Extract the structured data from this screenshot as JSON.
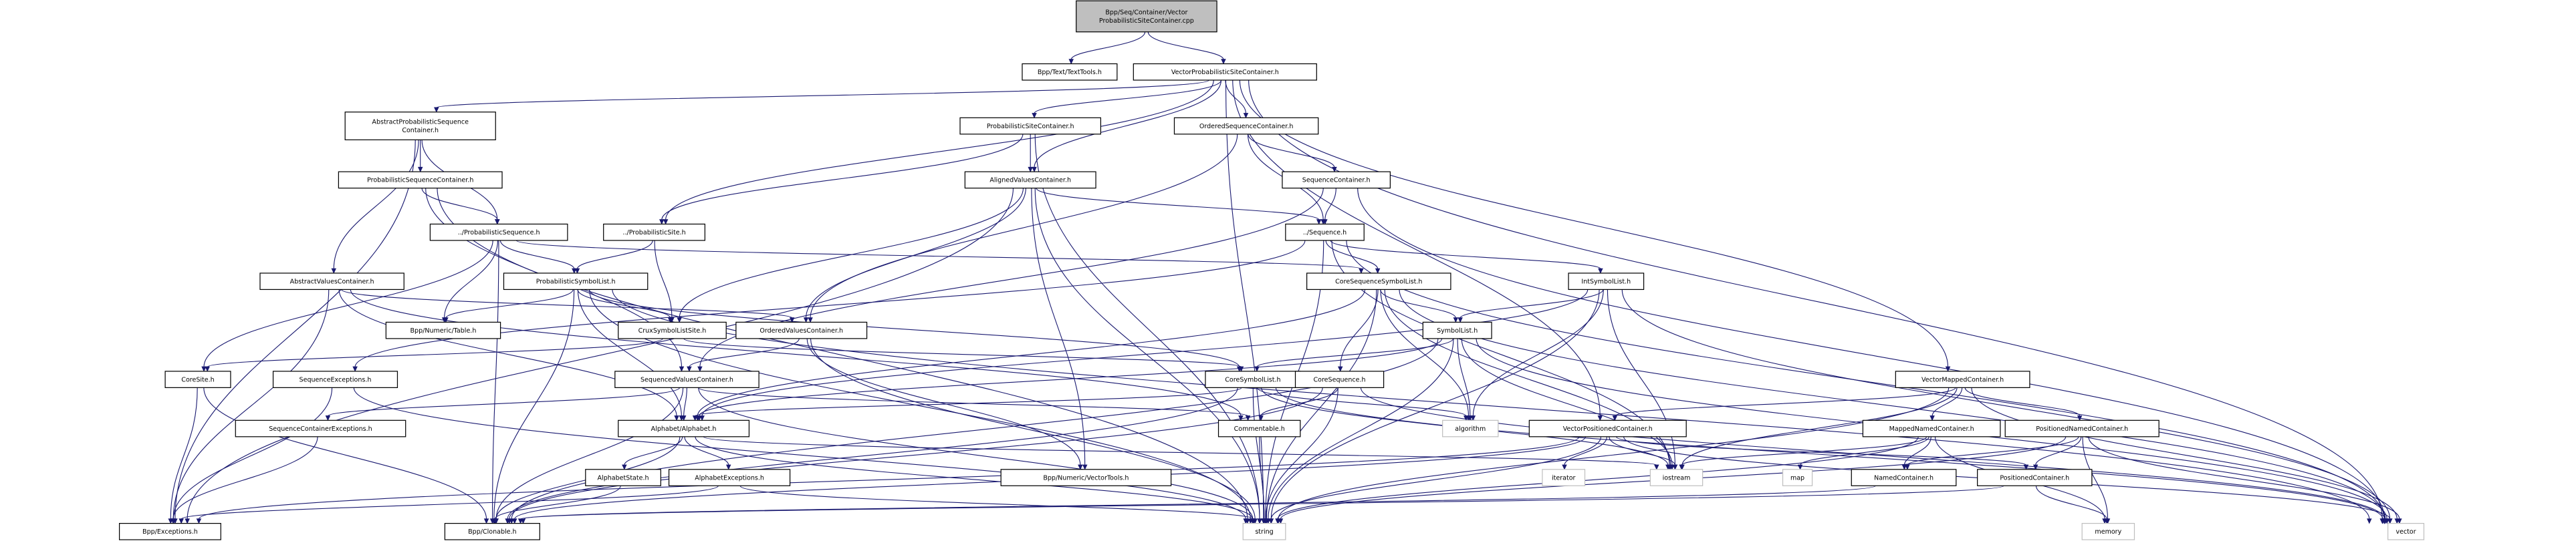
{
  "title": "Bpp/Seq/Container/VectorProbabilisticSiteContainer.cpp include dependency graph",
  "colors": {
    "edge": "#191970",
    "root_fill": "#bfbfbf",
    "node_border": "#000000",
    "system_border": "#bfbfbf"
  },
  "nodes": [
    {
      "id": "root",
      "lines": [
        "Bpp/Seq/Container/Vector",
        "ProbabilisticSiteContainer.cpp"
      ],
      "kind": "root"
    },
    {
      "id": "texttools",
      "lines": [
        "Bpp/Text/TextTools.h"
      ],
      "kind": "file"
    },
    {
      "id": "vpsc",
      "lines": [
        "VectorProbabilisticSiteContainer.h"
      ],
      "kind": "file"
    },
    {
      "id": "apsc",
      "lines": [
        "AbstractProbabilisticSequence",
        "Container.h"
      ],
      "kind": "file"
    },
    {
      "id": "psitec",
      "lines": [
        "ProbabilisticSiteContainer.h"
      ],
      "kind": "file"
    },
    {
      "id": "osc",
      "lines": [
        "OrderedSequenceContainer.h"
      ],
      "kind": "file"
    },
    {
      "id": "pseqc",
      "lines": [
        "ProbabilisticSequenceContainer.h"
      ],
      "kind": "file"
    },
    {
      "id": "avc",
      "lines": [
        "AlignedValuesContainer.h"
      ],
      "kind": "file"
    },
    {
      "id": "seqc",
      "lines": [
        "SequenceContainer.h"
      ],
      "kind": "file"
    },
    {
      "id": "probseq",
      "lines": [
        "../ProbabilisticSequence.h"
      ],
      "kind": "file"
    },
    {
      "id": "probsite",
      "lines": [
        "../ProbabilisticSite.h"
      ],
      "kind": "file"
    },
    {
      "id": "sequence",
      "lines": [
        "../Sequence.h"
      ],
      "kind": "file"
    },
    {
      "id": "absvc",
      "lines": [
        "AbstractValuesContainer.h"
      ],
      "kind": "file"
    },
    {
      "id": "psl",
      "lines": [
        "ProbabilisticSymbolList.h"
      ],
      "kind": "file"
    },
    {
      "id": "cssl",
      "lines": [
        "CoreSequenceSymbolList.h"
      ],
      "kind": "file"
    },
    {
      "id": "isl",
      "lines": [
        "IntSymbolList.h"
      ],
      "kind": "file"
    },
    {
      "id": "table",
      "lines": [
        "Bpp/Numeric/Table.h"
      ],
      "kind": "file"
    },
    {
      "id": "crux",
      "lines": [
        "CruxSymbolListSite.h"
      ],
      "kind": "file"
    },
    {
      "id": "ovc",
      "lines": [
        "OrderedValuesContainer.h"
      ],
      "kind": "file"
    },
    {
      "id": "symlist",
      "lines": [
        "SymbolList.h"
      ],
      "kind": "file"
    },
    {
      "id": "coresite",
      "lines": [
        "CoreSite.h"
      ],
      "kind": "file"
    },
    {
      "id": "seqexc",
      "lines": [
        "SequenceExceptions.h"
      ],
      "kind": "file"
    },
    {
      "id": "svc",
      "lines": [
        "SequencedValuesContainer.h"
      ],
      "kind": "file"
    },
    {
      "id": "csl",
      "lines": [
        "CoreSymbolList.h"
      ],
      "kind": "file"
    },
    {
      "id": "coreseq",
      "lines": [
        "CoreSequence.h"
      ],
      "kind": "file"
    },
    {
      "id": "vmc",
      "lines": [
        "VectorMappedContainer.h"
      ],
      "kind": "file"
    },
    {
      "id": "sce",
      "lines": [
        "SequenceContainerExceptions.h"
      ],
      "kind": "file"
    },
    {
      "id": "alphabet",
      "lines": [
        "Alphabet/Alphabet.h"
      ],
      "kind": "file"
    },
    {
      "id": "commentable",
      "lines": [
        "Commentable.h"
      ],
      "kind": "file"
    },
    {
      "id": "algorithm",
      "lines": [
        "algorithm"
      ],
      "kind": "system"
    },
    {
      "id": "vpc",
      "lines": [
        "VectorPositionedContainer.h"
      ],
      "kind": "file"
    },
    {
      "id": "mnc",
      "lines": [
        "MappedNamedContainer.h"
      ],
      "kind": "file"
    },
    {
      "id": "pnc",
      "lines": [
        "PositionedNamedContainer.h"
      ],
      "kind": "file"
    },
    {
      "id": "alphstate",
      "lines": [
        "AlphabetState.h"
      ],
      "kind": "file"
    },
    {
      "id": "alphexc",
      "lines": [
        "AlphabetExceptions.h"
      ],
      "kind": "file"
    },
    {
      "id": "vectortools",
      "lines": [
        "Bpp/Numeric/VectorTools.h"
      ],
      "kind": "file"
    },
    {
      "id": "iterator",
      "lines": [
        "iterator"
      ],
      "kind": "system"
    },
    {
      "id": "iostream",
      "lines": [
        "iostream"
      ],
      "kind": "system"
    },
    {
      "id": "map",
      "lines": [
        "map"
      ],
      "kind": "system"
    },
    {
      "id": "namedc",
      "lines": [
        "NamedContainer.h"
      ],
      "kind": "file"
    },
    {
      "id": "posc",
      "lines": [
        "PositionedContainer.h"
      ],
      "kind": "file"
    },
    {
      "id": "exceptions",
      "lines": [
        "Bpp/Exceptions.h"
      ],
      "kind": "file"
    },
    {
      "id": "clonable",
      "lines": [
        "Bpp/Clonable.h"
      ],
      "kind": "file"
    },
    {
      "id": "string",
      "lines": [
        "string"
      ],
      "kind": "system"
    },
    {
      "id": "memory",
      "lines": [
        "memory"
      ],
      "kind": "system"
    },
    {
      "id": "vector",
      "lines": [
        "vector"
      ],
      "kind": "system"
    }
  ],
  "edges": [
    [
      "root",
      "texttools"
    ],
    [
      "root",
      "vpsc"
    ],
    [
      "vpsc",
      "apsc"
    ],
    [
      "vpsc",
      "psitec"
    ],
    [
      "vpsc",
      "osc"
    ],
    [
      "vpsc",
      "avc"
    ],
    [
      "vpsc",
      "probsite"
    ],
    [
      "vpsc",
      "vmc"
    ],
    [
      "vpsc",
      "vpc"
    ],
    [
      "vpsc",
      "string"
    ],
    [
      "vpsc",
      "vector"
    ],
    [
      "apsc",
      "pseqc"
    ],
    [
      "apsc",
      "probseq"
    ],
    [
      "apsc",
      "absvc"
    ],
    [
      "apsc",
      "exceptions"
    ],
    [
      "pseqc",
      "probseq"
    ],
    [
      "pseqc",
      "svc"
    ],
    [
      "pseqc",
      "string"
    ],
    [
      "psitec",
      "avc"
    ],
    [
      "psitec",
      "probsite"
    ],
    [
      "psitec",
      "string"
    ],
    [
      "osc",
      "seqc"
    ],
    [
      "osc",
      "sequence"
    ],
    [
      "osc",
      "ovc"
    ],
    [
      "seqc",
      "sequence"
    ],
    [
      "seqc",
      "svc"
    ],
    [
      "seqc",
      "vector"
    ],
    [
      "avc",
      "sequence"
    ],
    [
      "avc",
      "ovc"
    ],
    [
      "avc",
      "crux"
    ],
    [
      "avc",
      "vectortools"
    ],
    [
      "avc",
      "string"
    ],
    [
      "avc",
      "exceptions"
    ],
    [
      "probseq",
      "psl"
    ],
    [
      "probseq",
      "table"
    ],
    [
      "probseq",
      "cssl"
    ],
    [
      "probseq",
      "coresite"
    ],
    [
      "probseq",
      "clonable"
    ],
    [
      "probsite",
      "psl"
    ],
    [
      "probsite",
      "crux"
    ],
    [
      "sequence",
      "cssl"
    ],
    [
      "sequence",
      "isl"
    ],
    [
      "sequence",
      "seqexc"
    ],
    [
      "sequence",
      "string"
    ],
    [
      "sequence",
      "vector"
    ],
    [
      "sequence",
      "iostream"
    ],
    [
      "absvc",
      "ovc"
    ],
    [
      "absvc",
      "alphabet"
    ],
    [
      "absvc",
      "commentable"
    ],
    [
      "absvc",
      "exceptions"
    ],
    [
      "psl",
      "table"
    ],
    [
      "psl",
      "crux"
    ],
    [
      "psl",
      "csl"
    ],
    [
      "psl",
      "alphabet"
    ],
    [
      "psl",
      "string"
    ],
    [
      "psl",
      "vector"
    ],
    [
      "psl",
      "clonable"
    ],
    [
      "cssl",
      "symlist"
    ],
    [
      "cssl",
      "coreseq"
    ],
    [
      "cssl",
      "algorithm"
    ],
    [
      "cssl",
      "iostream"
    ],
    [
      "cssl",
      "string"
    ],
    [
      "cssl",
      "vector"
    ],
    [
      "cssl",
      "alphabet"
    ],
    [
      "isl",
      "symlist"
    ],
    [
      "isl",
      "algorithm"
    ],
    [
      "isl",
      "iostream"
    ],
    [
      "isl",
      "string"
    ],
    [
      "isl",
      "vector"
    ],
    [
      "isl",
      "alphabet"
    ],
    [
      "crux",
      "coresite"
    ],
    [
      "crux",
      "csl"
    ],
    [
      "ovc",
      "svc"
    ],
    [
      "ovc",
      "vectortools"
    ],
    [
      "ovc",
      "string"
    ],
    [
      "symlist",
      "csl"
    ],
    [
      "symlist",
      "algorithm"
    ],
    [
      "symlist",
      "iostream"
    ],
    [
      "symlist",
      "string"
    ],
    [
      "symlist",
      "vector"
    ],
    [
      "symlist",
      "alphabet"
    ],
    [
      "symlist",
      "clonable"
    ],
    [
      "coresite",
      "clonable"
    ],
    [
      "coresite",
      "exceptions"
    ],
    [
      "seqexc",
      "exceptions"
    ],
    [
      "seqexc",
      "string"
    ],
    [
      "svc",
      "alphabet"
    ],
    [
      "svc",
      "sce"
    ],
    [
      "svc",
      "commentable"
    ],
    [
      "svc",
      "string"
    ],
    [
      "svc",
      "clonable"
    ],
    [
      "csl",
      "alphabet"
    ],
    [
      "csl",
      "string"
    ],
    [
      "csl",
      "vector"
    ],
    [
      "csl",
      "iostream"
    ],
    [
      "csl",
      "clonable"
    ],
    [
      "csl",
      "algorithm"
    ],
    [
      "coreseq",
      "commentable"
    ],
    [
      "coreseq",
      "string"
    ],
    [
      "coreseq",
      "clonable"
    ],
    [
      "coreseq",
      "vector"
    ],
    [
      "vmc",
      "mnc"
    ],
    [
      "vmc",
      "pnc"
    ],
    [
      "vmc",
      "vpc"
    ],
    [
      "vmc",
      "string"
    ],
    [
      "vmc",
      "vector"
    ],
    [
      "vmc",
      "iostream"
    ],
    [
      "sce",
      "exceptions"
    ],
    [
      "alphabet",
      "alphstate"
    ],
    [
      "alphabet",
      "alphexc"
    ],
    [
      "alphabet",
      "string"
    ],
    [
      "alphabet",
      "clonable"
    ],
    [
      "alphabet",
      "iostream"
    ],
    [
      "commentable",
      "string"
    ],
    [
      "vpc",
      "iterator"
    ],
    [
      "vpc",
      "iostream"
    ],
    [
      "vpc",
      "string"
    ],
    [
      "vpc",
      "vector"
    ],
    [
      "vpc",
      "posc"
    ],
    [
      "vpc",
      "clonable"
    ],
    [
      "vpc",
      "exceptions"
    ],
    [
      "mnc",
      "namedc"
    ],
    [
      "mnc",
      "map"
    ],
    [
      "mnc",
      "memory"
    ],
    [
      "mnc",
      "string"
    ],
    [
      "mnc",
      "iostream"
    ],
    [
      "pnc",
      "namedc"
    ],
    [
      "pnc",
      "posc"
    ],
    [
      "pnc",
      "memory"
    ],
    [
      "pnc",
      "vector"
    ],
    [
      "pnc",
      "string"
    ],
    [
      "alphstate",
      "clonable"
    ],
    [
      "alphexc",
      "exceptions"
    ],
    [
      "alphexc",
      "string"
    ],
    [
      "namedc",
      "clonable"
    ],
    [
      "posc",
      "memory"
    ],
    [
      "posc",
      "clonable"
    ]
  ]
}
